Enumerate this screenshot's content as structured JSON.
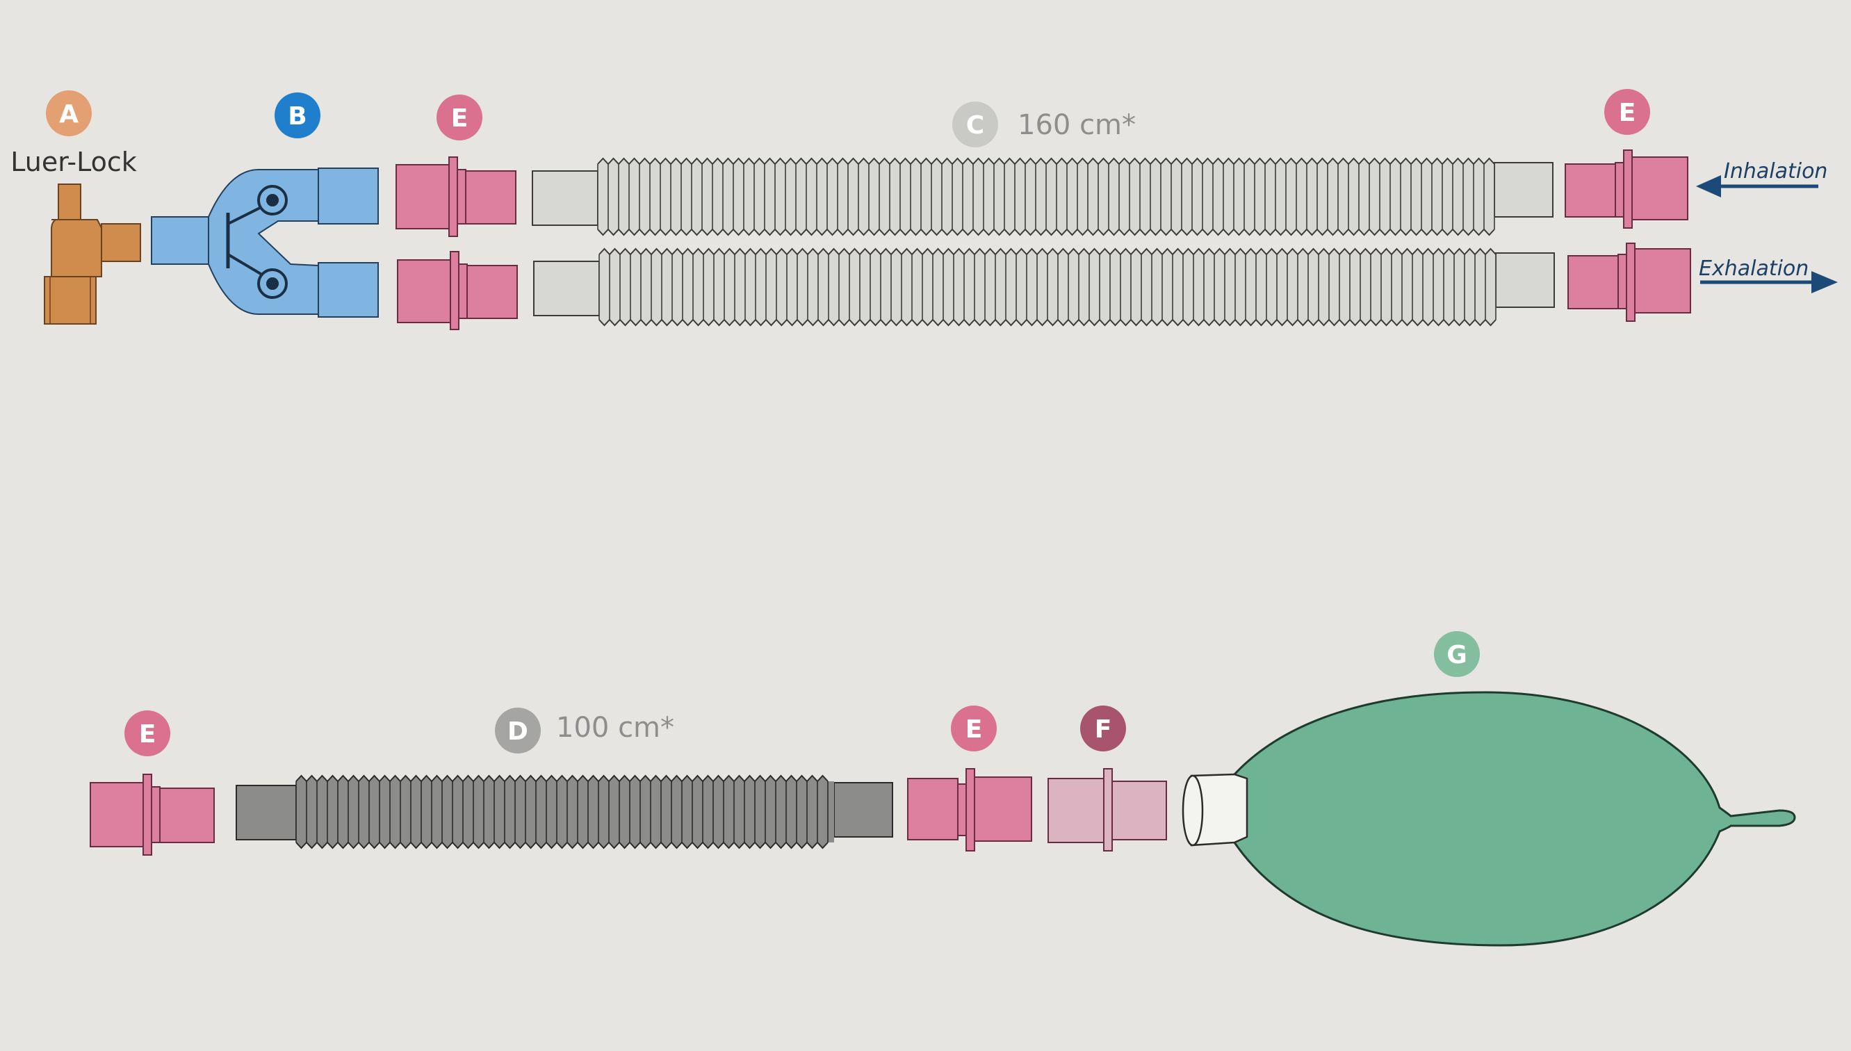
{
  "labels": {
    "a": "A",
    "b": "B",
    "c": "C",
    "d": "D",
    "e": "E",
    "f": "F",
    "g": "G"
  },
  "texts": {
    "luer_lock": "Luer-Lock",
    "c_length": "160 cm*",
    "d_length": "100 cm*",
    "inhalation": "Inhalation",
    "exhalation": "Exhalation"
  },
  "colors": {
    "background": "#e6e5e1",
    "label_a": "#e3a072",
    "label_b": "#1f7fcc",
    "label_c": "#c9c9c6",
    "label_d": "#a5a5a3",
    "label_e": "#d9718f",
    "label_f": "#a8546e",
    "label_g": "#83bf9f",
    "part_a": "#cf8c4c",
    "part_b": "#80b5e2",
    "connector_e": "#dd80a0",
    "connector_f": "#dbb3c1",
    "hose_c": "#d7d7d4",
    "hose_d": "#8c8c8a",
    "bag_g": "#6eb394",
    "arrow": "#1c4a78"
  }
}
